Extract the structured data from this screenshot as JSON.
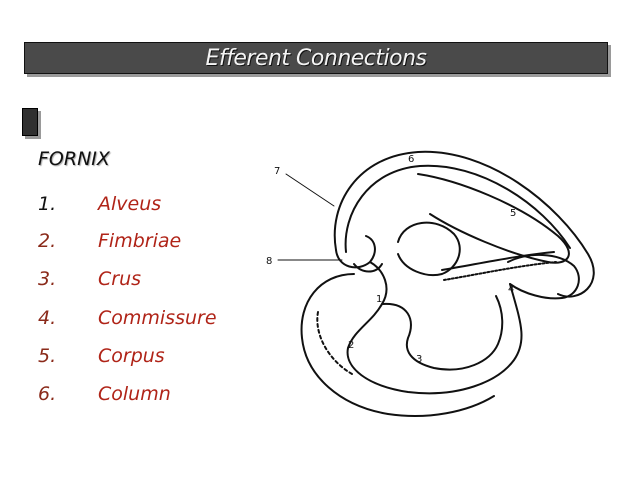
{
  "slide": {
    "title": "Efferent Connections",
    "heading": "FORNIX",
    "items": [
      {
        "num": "1.",
        "label": "Alveus"
      },
      {
        "num": "2.",
        "label": "Fimbriae"
      },
      {
        "num": "3.",
        "label": "Crus"
      },
      {
        "num": "4.",
        "label": "Commissure"
      },
      {
        "num": "5.",
        "label": "Corpus"
      },
      {
        "num": "6.",
        "label": "Column"
      }
    ]
  },
  "figure": {
    "callouts": [
      "7",
      "6",
      "5",
      "8",
      "1",
      "4",
      "2",
      "3"
    ]
  }
}
